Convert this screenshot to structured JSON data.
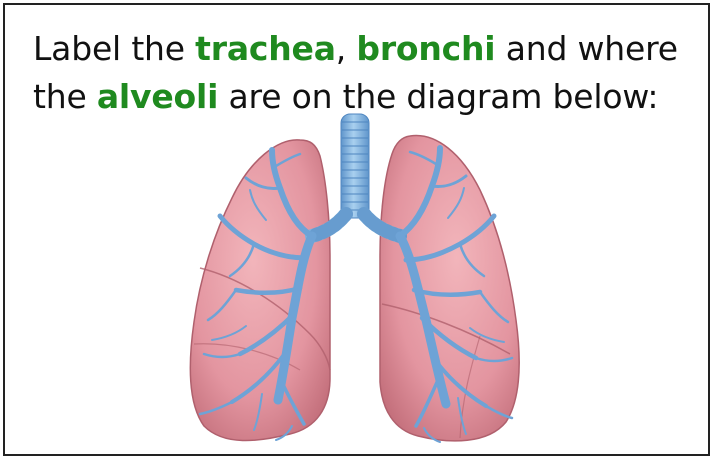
{
  "question": {
    "part1": "Label the ",
    "keyword1": "trachea",
    "part2": ", ",
    "keyword2": "bronchi",
    "part3": " and where",
    "part4": "the ",
    "keyword3": "alveoli",
    "part5": " are on the diagram below:"
  },
  "colors": {
    "keyword": "#1f8a1f",
    "lung_fill": "#e79aa2",
    "lung_shade": "#c9717c",
    "airway": "#86b9e0",
    "airway_dark": "#4f86c0",
    "border": "#222222"
  },
  "figure": {
    "illustration": "human-lungs-with-trachea-and-bronchial-tree"
  }
}
